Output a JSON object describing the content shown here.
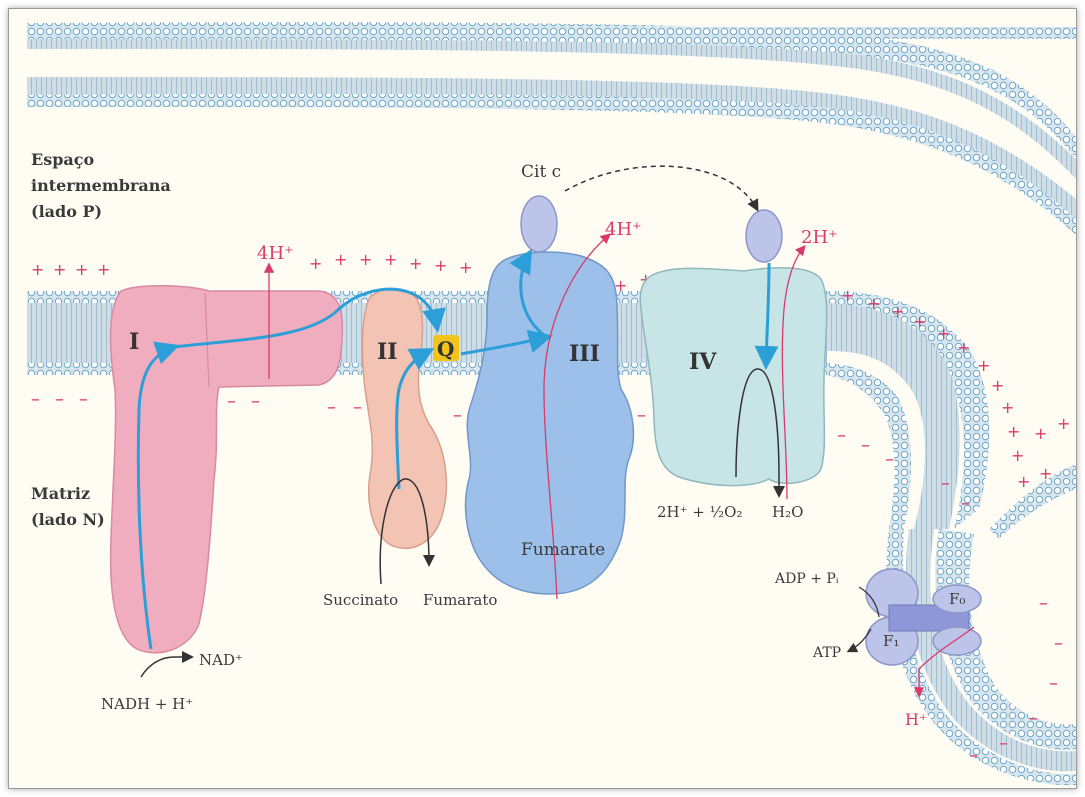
{
  "regions": {
    "ims_line1": "Espaço",
    "ims_line2": "intermembrana",
    "ims_line3": "(lado P)",
    "matrix_line1": "Matriz",
    "matrix_line2": "(lado N)"
  },
  "complexes": {
    "c1": "I",
    "c2": "II",
    "c3": "III",
    "c4": "IV",
    "q": "Q",
    "cytc": "Cit c"
  },
  "protons": {
    "c1": "4H⁺",
    "c3": "4H⁺",
    "c4": "2H⁺",
    "atp": "H⁺"
  },
  "substrates": {
    "nad": "NAD⁺",
    "nadh": "NADH + H⁺",
    "succinato": "Succinato",
    "fumarato": "Fumarato",
    "fumarate": "Fumarate",
    "oxygen": "2H⁺ + ½O₂",
    "water": "H₂O",
    "adp": "ADP + Pᵢ",
    "atp": "ATP",
    "fo": "F₀",
    "f1": "F₁"
  },
  "colors": {
    "complex_I": "#efadbf",
    "complex_II": "#f3c3b3",
    "complex_III": "#9cc0ea",
    "complex_IV": "#c7e4e6",
    "cyt_c": "#bcc4ea",
    "electron_path": "#2d9fd8",
    "proton_path": "#d83a6a",
    "membrane": "#6fa8c8"
  }
}
